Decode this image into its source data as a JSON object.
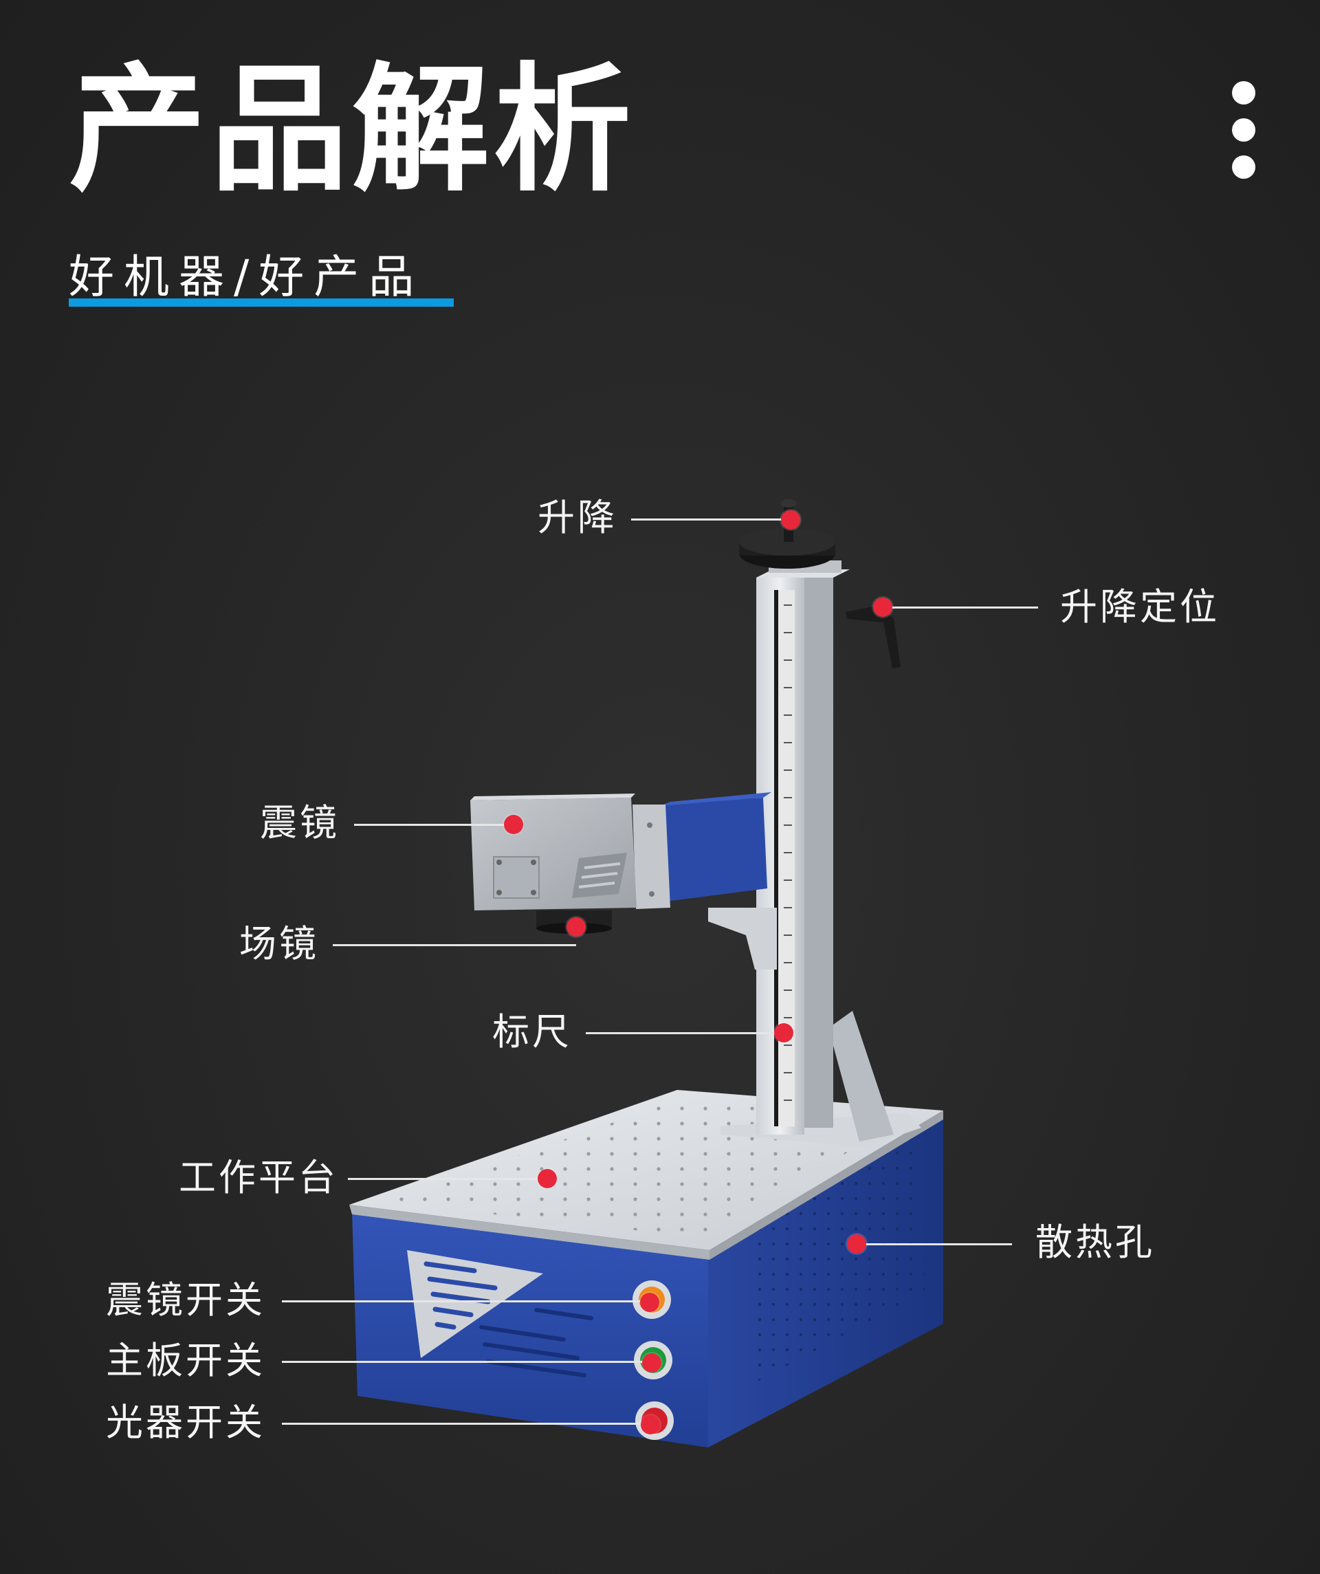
{
  "header": {
    "title": "产品解析",
    "subtitle": "好机器/好产品"
  },
  "colors": {
    "accent_bar": "#0c9be0",
    "marker": "#e8283a",
    "machine_blue": "#2b4aa8"
  },
  "labels": {
    "lift": "升降",
    "lift_lock": "升降定位",
    "galvo": "震镜",
    "field_lens": "场镜",
    "ruler": "标尺",
    "work_table": "工作平台",
    "vents": "散热孔",
    "galvo_switch": "震镜开关",
    "main_switch": "主板开关",
    "laser_switch": "光器开关"
  },
  "icons": {
    "menu": "more-vertical-icon"
  }
}
